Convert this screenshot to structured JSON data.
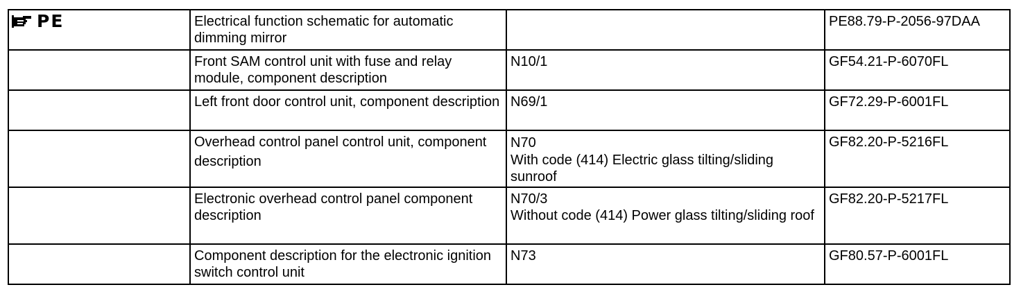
{
  "header_mark": {
    "icon": "pointing-hand-icon",
    "label": "PE"
  },
  "rows": [
    {
      "description": "Electrical function schematic for automatic dimming mirror",
      "component": [],
      "reference": "PE88.79-P-2056-97DAA"
    },
    {
      "description": "Front SAM control unit with fuse and relay module, component description",
      "component": [
        "N10/1"
      ],
      "reference": "GF54.21-P-6070FL"
    },
    {
      "description": "Left front door control unit, component description",
      "component": [
        "N69/1"
      ],
      "reference": "GF72.29-P-6001FL"
    },
    {
      "description": "Overhead control panel control unit, component description",
      "component": [
        "N70",
        "With code (414) Electric glass tilting/sliding sunroof"
      ],
      "reference": "GF82.20-P-5216FL"
    },
    {
      "description": "Electronic overhead control panel component description",
      "component": [
        "N70/3",
        "Without code (414) Power glass tilting/sliding roof"
      ],
      "reference": "GF82.20-P-5217FL"
    },
    {
      "description": "Component description for the electronic ignition switch control unit",
      "component": [
        "N73"
      ],
      "reference": "GF80.57-P-6001FL"
    }
  ]
}
